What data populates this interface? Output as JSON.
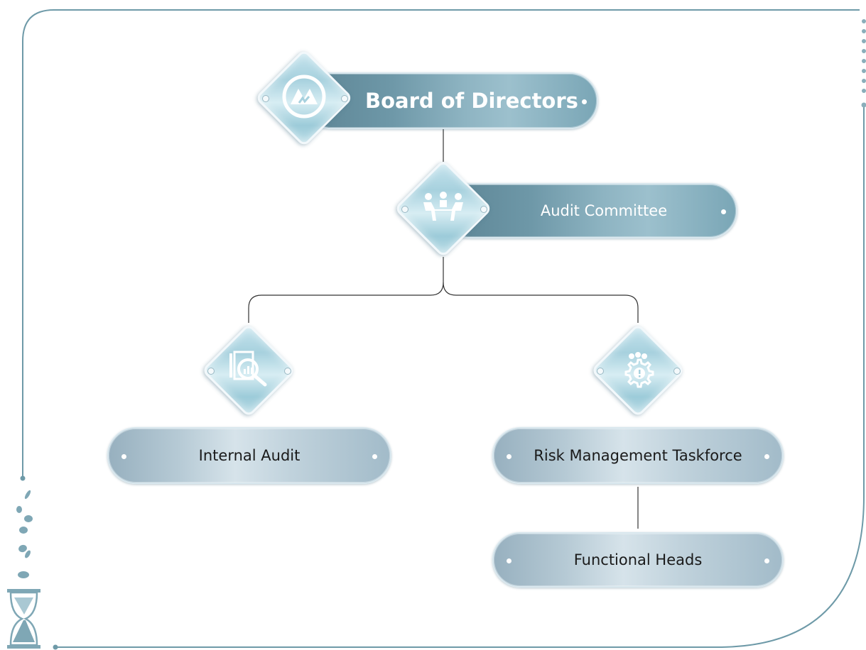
{
  "diagram": {
    "root": {
      "label": "Board of Directors"
    },
    "committee": {
      "label": "Audit Committee"
    },
    "internal_audit": {
      "label": "Internal Audit"
    },
    "risk_taskforce": {
      "label": "Risk Management Taskforce"
    },
    "functional_heads": {
      "label": "Functional Heads"
    }
  },
  "colors": {
    "frame_line": "#6e9aa8",
    "connector": "#333333",
    "dark_pill": "#6e98a8",
    "light_pill": "#b6cad5",
    "diamond": "#a7d1de",
    "text_white": "#ffffff",
    "text_dark": "#1a1a1a"
  },
  "icons": {
    "root": "logo-mountain-icon",
    "committee": "meeting-table-icon",
    "internal_audit": "magnifier-chart-icon",
    "risk_taskforce": "gear-alert-icon",
    "decor": "hourglass-icon"
  }
}
